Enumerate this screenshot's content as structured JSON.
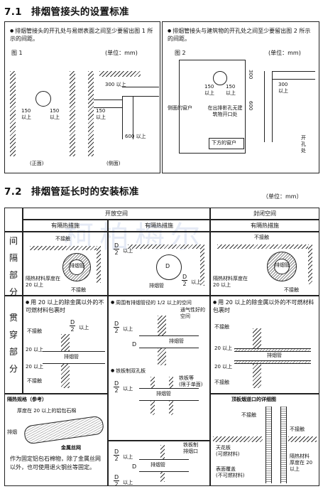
{
  "section1": {
    "number": "7.1",
    "title": "排烟管接头的设置标准",
    "left": {
      "bullet": "排烟管接头的开孔处与易燃表面之间至少要留出图 1 所示的间距。",
      "fig": "图 1",
      "unit": "(单位：mm)",
      "label_150": "150",
      "label_above": "以上",
      "label_300": "300 以上",
      "label_600": "600 以上",
      "front": "(正面)",
      "side": "(侧面)"
    },
    "right": {
      "bullet": "排烟管接头与建筑物的开孔处之间至少要留出图 2 所示的间距。",
      "fig": "图 2",
      "unit": "(单位：mm)",
      "label_300_v": "300",
      "label_600_v": "600",
      "label_above": "以上",
      "label_150": "150",
      "label_300_side": "300",
      "side_window": "侧面的窗户",
      "no_vent": "在出排影孔无建筑物开口处",
      "lower_window": "下方的窗户",
      "opening": "开孔处"
    }
  },
  "section2": {
    "number": "7.2",
    "title": "排烟管延长时的安装标准",
    "unit": "（单位：mm）",
    "watermark": "柯柏梅尔",
    "headers": {
      "open_space": "开放空间",
      "closed_space": "封闭空间",
      "col1": "有隔热措施",
      "col2": "有隔热措施",
      "col3": "有隔热措施"
    },
    "row1_label": [
      "间",
      "隔",
      "部",
      "分"
    ],
    "row2_label": [
      "贯",
      "穿",
      "部",
      "分"
    ],
    "r1c1": {
      "no_contact_top": "不接触",
      "pipe": "排烟管",
      "insulation": "隔热材料厚度在",
      "insulation2": "20 以上",
      "no_contact_bottom": "不接触"
    },
    "r1c2": {
      "frac_num": "D",
      "frac_den": "2",
      "above": "以上",
      "d": "D",
      "pipe": "排烟管"
    },
    "r1c3": {
      "no_contact_top": "不接触",
      "pipe": "排烟管",
      "insulation": "隔热材料厚度在",
      "insulation2": "20 以上",
      "no_contact_bottom": "不接触"
    },
    "r2c1": {
      "bullet": "用 20 以上的除金属以外的不可燃材料包裹时",
      "no_contact": "不接触",
      "frac_num": "D",
      "frac_den": "2",
      "above": "以上",
      "label_20": "20 以上",
      "pipe": "排烟管"
    },
    "r2c2": {
      "bullet1": "周围有排烟管径的 1/2 以上的空间",
      "breathable": "通气性好的空间",
      "d": "D",
      "frac_num": "D",
      "frac_den": "2",
      "above": "以上",
      "pipe": "排烟管",
      "bullet2": "铁板制双孔板",
      "iron": "铁板等",
      "single": "(限于单面)"
    },
    "r2c3": {
      "bullet": "用 20 以上的除金属以外的不可燃材料包裹时",
      "no_contact": "不接触",
      "label_20": "20 以上",
      "pipe": "排烟管"
    },
    "r3c1": {
      "title": "隔热规格（参考）",
      "thickness": "厚度在 20 以上的铝包石棉",
      "exhaust": "排烟",
      "mesh": "金属丝网",
      "note": "作为固定铝包石棉物，除了金属丝网以外，也可使用退火钢丝等固定。"
    },
    "r3c2": {
      "frac_num": "D",
      "frac_den": "2",
      "above": "以上",
      "d": "D",
      "pipe": "排烟管",
      "iron_hole": "铁板制",
      "iron_hole2": "排烟口"
    },
    "r3c3": {
      "title": "顶板烟道口的详细图",
      "no_contact1": "不接触",
      "no_contact2": "不接触",
      "ceiling": "天花板",
      "ceiling2": "(可燃材料)",
      "surface": "表面覆盖",
      "surface2": "(不可燃材料)",
      "insulation": "隔热材料",
      "insulation2": "厚度在 20",
      "insulation3": "以上"
    }
  }
}
